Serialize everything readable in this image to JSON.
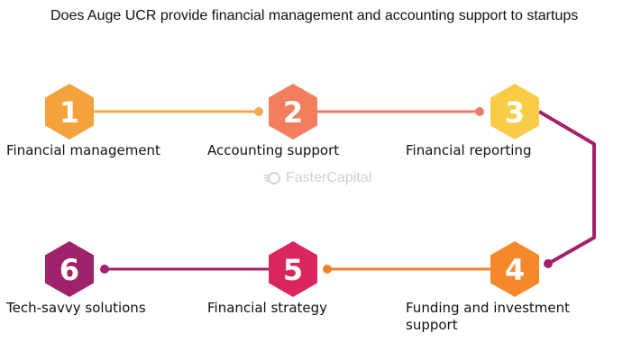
{
  "title": "Does Auge UCR provide financial management and accounting support to startups",
  "watermark": "FasterCapital",
  "steps": [
    {
      "number": "1",
      "label": "Financial management",
      "color": "#f3a23c"
    },
    {
      "number": "2",
      "label": "Accounting support",
      "color": "#f27e5d"
    },
    {
      "number": "3",
      "label": "Financial reporting",
      "color": "#f8cc46"
    },
    {
      "number": "4",
      "label": "Funding and investment support",
      "color": "#f5892a"
    },
    {
      "number": "5",
      "label": "Financial strategy",
      "color": "#d9265d"
    },
    {
      "number": "6",
      "label": "Tech-savvy solutions",
      "color": "#a0226a"
    }
  ],
  "connector_colors": {
    "c12": "#efab4e",
    "c23": "#ee7d6b",
    "c34": "#a4206c",
    "c45": "#f0812f",
    "c56": "#a4206c"
  }
}
